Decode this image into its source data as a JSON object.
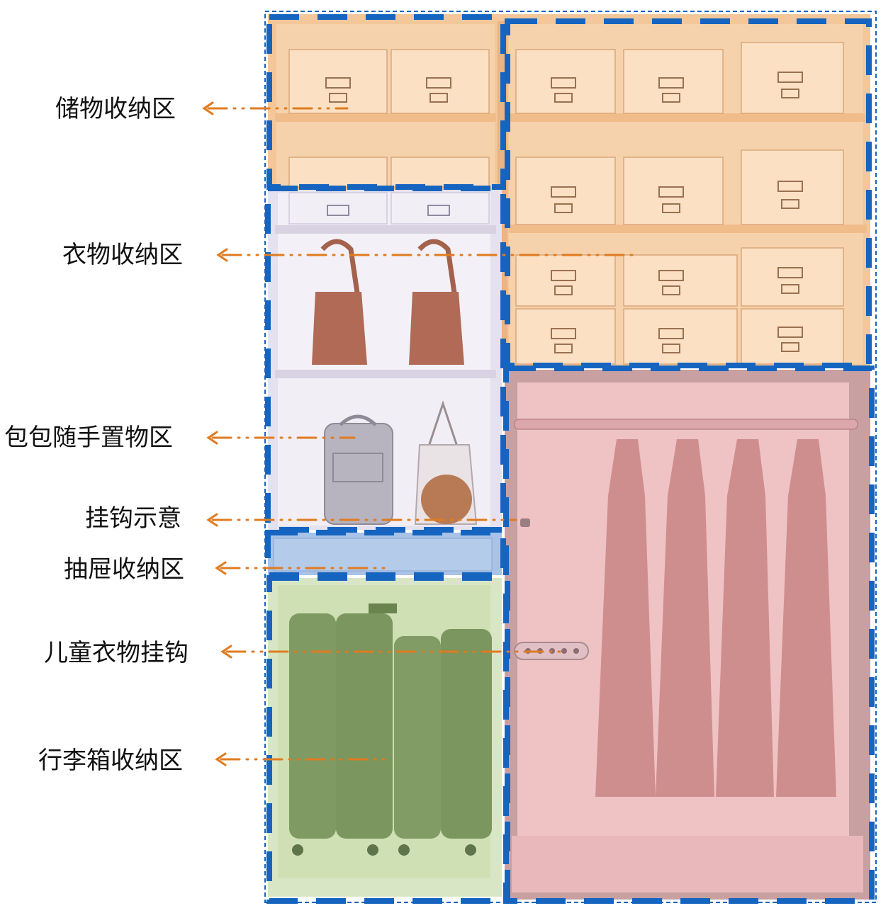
{
  "diagram": {
    "zones": [
      {
        "id": "storage",
        "label": "储物收纳区",
        "color": "#f6c79a"
      },
      {
        "id": "clothes",
        "label": "衣物收纳区",
        "color": "#e7e2ef"
      },
      {
        "id": "bags",
        "label": "包包随手置物区",
        "color": "#e9e6f0"
      },
      {
        "id": "hook",
        "label": "挂钩示意"
      },
      {
        "id": "drawer",
        "label": "抽屉收纳区",
        "color": "#a9c2e6"
      },
      {
        "id": "kids-hook",
        "label": "儿童衣物挂钩"
      },
      {
        "id": "luggage",
        "label": "行李箱收纳区",
        "color": "#cfe0b4"
      }
    ],
    "colors": {
      "frame": "#1565c0",
      "arrow": "#e07b1f",
      "hanging_area": "#efc2c4",
      "garment": "#c98585",
      "suitcase": "#7f9a62",
      "handbag": "#b06a55"
    }
  }
}
